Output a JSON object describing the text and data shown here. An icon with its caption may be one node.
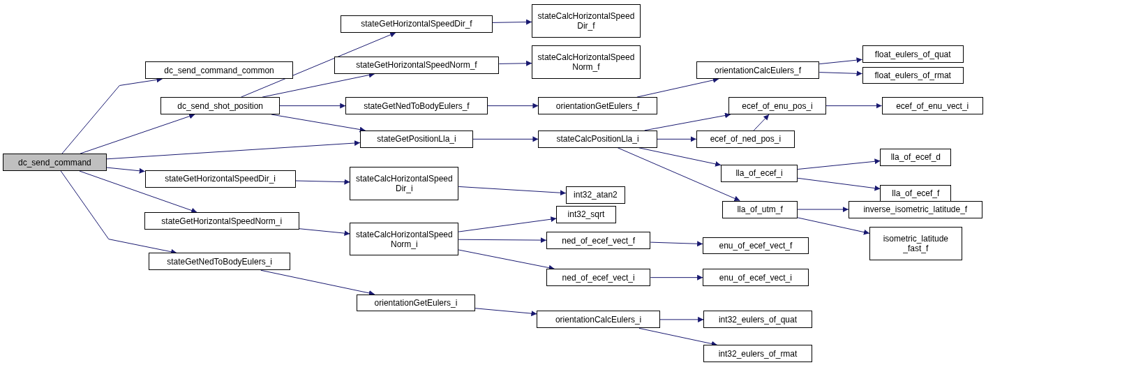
{
  "diagram": {
    "nodes": [
      {
        "text": [
          "dc_send_command"
        ]
      },
      {
        "text": [
          "dc_send_command_common"
        ]
      },
      {
        "text": [
          "dc_send_shot_position"
        ]
      },
      {
        "text": [
          "stateGetHorizontalSpeedDir_f"
        ]
      },
      {
        "text": [
          "stateCalcHorizontalSpeed Dir_f"
        ]
      },
      {
        "text": [
          "stateGetHorizontalSpeedNorm_f"
        ]
      },
      {
        "text": [
          "stateCalcHorizontalSpeed Norm_f"
        ]
      },
      {
        "text": [
          "stateGetNedToBodyEulers_f"
        ]
      },
      {
        "text": [
          "orientationGetEulers_f"
        ]
      },
      {
        "text": [
          "orientationCalcEulers_f"
        ]
      },
      {
        "text": [
          "float_eulers_of_quat"
        ]
      },
      {
        "text": [
          "float_eulers_of_rmat"
        ]
      },
      {
        "text": [
          "stateGetPositionLla_i"
        ]
      },
      {
        "text": [
          "stateCalcPositionLla_i"
        ]
      },
      {
        "text": [
          "ecef_of_enu_pos_i"
        ]
      },
      {
        "text": [
          "ecef_of_enu_vect_i"
        ]
      },
      {
        "text": [
          "ecef_of_ned_pos_i"
        ]
      },
      {
        "text": [
          "lla_of_ecef_i"
        ]
      },
      {
        "text": [
          "lla_of_ecef_d"
        ]
      },
      {
        "text": [
          "lla_of_ecef_f"
        ]
      },
      {
        "text": [
          "lla_of_utm_f"
        ]
      },
      {
        "text": [
          "inverse_isometric_latitude_f"
        ]
      },
      {
        "text": [
          "isometric_latitude _fast_f"
        ]
      },
      {
        "text": [
          "stateGetHorizontalSpeedDir_i"
        ]
      },
      {
        "text": [
          "stateCalcHorizontalSpeed Dir_i"
        ]
      },
      {
        "text": [
          "int32_atan2"
        ]
      },
      {
        "text": [
          "stateGetHorizontalSpeedNorm_i"
        ]
      },
      {
        "text": [
          "stateCalcHorizontalSpeed Norm_i"
        ]
      },
      {
        "text": [
          "int32_sqrt"
        ]
      },
      {
        "text": [
          "ned_of_ecef_vect_f"
        ]
      },
      {
        "text": [
          "enu_of_ecef_vect_f"
        ]
      },
      {
        "text": [
          "ned_of_ecef_vect_i"
        ]
      },
      {
        "text": [
          "enu_of_ecef_vect_i"
        ]
      },
      {
        "text": [
          "stateGetNedToBodyEulers_i"
        ]
      },
      {
        "text": [
          "orientationGetEulers_i"
        ]
      },
      {
        "text": [
          "orientationCalcEulers_i"
        ]
      },
      {
        "text": [
          "int32_eulers_of_quat"
        ]
      },
      {
        "text": [
          "int32_eulers_of_rmat"
        ]
      }
    ],
    "edges": [
      {
        "from": 0,
        "to": 1,
        "arrow": "to"
      },
      {
        "from": 0,
        "to": 2,
        "arrow": "to"
      },
      {
        "from": 0,
        "to": 12,
        "arrow": "to"
      },
      {
        "from": 0,
        "to": 23,
        "arrow": "to"
      },
      {
        "from": 0,
        "to": 26,
        "arrow": "to"
      },
      {
        "from": 0,
        "to": 33,
        "arrow": "to"
      },
      {
        "from": 2,
        "to": 3,
        "arrow": "to"
      },
      {
        "from": 2,
        "to": 5,
        "arrow": "to"
      },
      {
        "from": 2,
        "to": 7,
        "arrow": "to"
      },
      {
        "from": 2,
        "to": 12,
        "arrow": "to"
      },
      {
        "from": 3,
        "to": 4,
        "arrow": "to"
      },
      {
        "from": 5,
        "to": 6,
        "arrow": "to"
      },
      {
        "from": 7,
        "to": 8,
        "arrow": "to"
      },
      {
        "from": 8,
        "to": 9,
        "arrow": "to"
      },
      {
        "from": 9,
        "to": 10,
        "arrow": "to"
      },
      {
        "from": 9,
        "to": 11,
        "arrow": "to"
      },
      {
        "from": 12,
        "to": 13,
        "arrow": "to"
      },
      {
        "from": 13,
        "to": 14,
        "arrow": "to"
      },
      {
        "from": 13,
        "to": 16,
        "arrow": "to"
      },
      {
        "from": 13,
        "to": 17,
        "arrow": "to"
      },
      {
        "from": 13,
        "to": 20,
        "arrow": "to"
      },
      {
        "from": 14,
        "to": 15,
        "arrow": "to"
      },
      {
        "from": 16,
        "to": 14,
        "arrow": "to"
      },
      {
        "from": 17,
        "to": 18,
        "arrow": "to"
      },
      {
        "from": 17,
        "to": 19,
        "arrow": "to"
      },
      {
        "from": 20,
        "to": 21,
        "arrow": "to"
      },
      {
        "from": 20,
        "to": 22,
        "arrow": "to"
      },
      {
        "from": 23,
        "to": 24,
        "arrow": "to"
      },
      {
        "from": 24,
        "to": 25,
        "arrow": "to"
      },
      {
        "from": 26,
        "to": 27,
        "arrow": "to"
      },
      {
        "from": 27,
        "to": 28,
        "arrow": "to"
      },
      {
        "from": 27,
        "to": 29,
        "arrow": "to"
      },
      {
        "from": 27,
        "to": 31,
        "arrow": "to"
      },
      {
        "from": 29,
        "to": 30,
        "arrow": "to"
      },
      {
        "from": 31,
        "to": 32,
        "arrow": "to"
      },
      {
        "from": 33,
        "to": 34,
        "arrow": "to"
      },
      {
        "from": 34,
        "to": 35,
        "arrow": "to"
      },
      {
        "from": 35,
        "to": 36,
        "arrow": "to"
      },
      {
        "from": 35,
        "to": 37,
        "arrow": "to"
      }
    ]
  }
}
